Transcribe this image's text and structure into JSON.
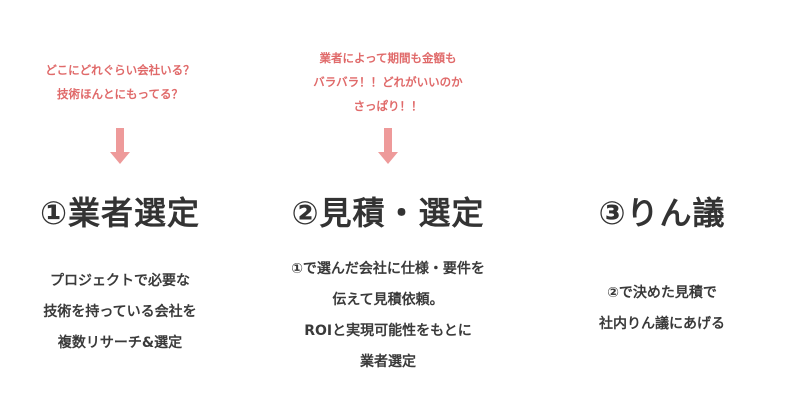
{
  "steps": [
    {
      "note_lines": [
        "どこにどれぐらい会社いる？",
        "技術ほんとにもってる？"
      ],
      "title": "①業者選定",
      "desc_lines": [
        "プロジェクトで必要な",
        "技術を持っている会社を",
        "複数リサーチ&選定"
      ]
    },
    {
      "note_lines": [
        "業者によって期間も金額も",
        "バラバラ！！どれがいいのか",
        "さっぱり！！"
      ],
      "title": "②見積・選定",
      "desc_lines": [
        "①で選んだ会社に仕様・要件を",
        "伝えて見積依頼。",
        "ROIと実現可能性をもとに",
        "業者選定"
      ]
    },
    {
      "title": "③りん議",
      "desc_lines": [
        "②で決めた見積で",
        "社内りん議にあげる"
      ]
    }
  ],
  "colors": {
    "note": "#e06a6a",
    "arrow": "#ee9a9a",
    "text": "#3a3a3a"
  }
}
